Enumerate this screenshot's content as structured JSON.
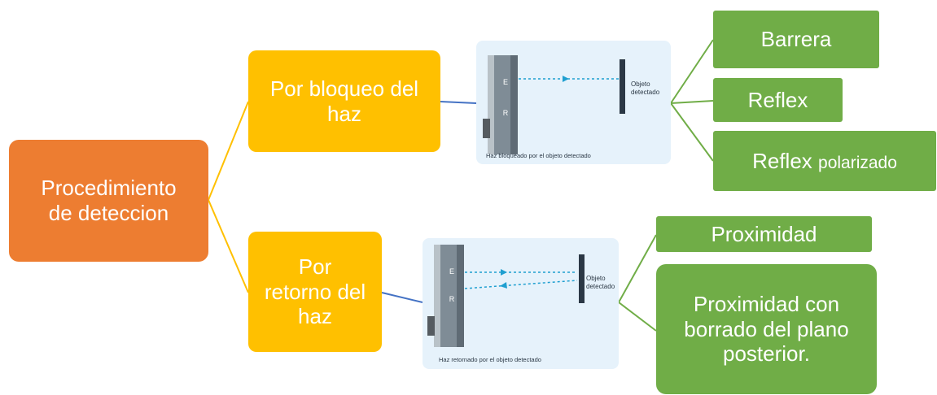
{
  "root": {
    "label_line1": "Procedimiento",
    "label_line2": "de deteccion"
  },
  "branches": [
    {
      "label_line1": "Por bloqueo del",
      "label_line2": "haz",
      "figure": {
        "emitter": "E",
        "receiver": "R",
        "object_line1": "Objeto",
        "object_line2": "detectado",
        "caption": "Haz bloqueado por el objeto detectado"
      },
      "types": [
        {
          "label": "Barrera"
        },
        {
          "label": "Reflex"
        },
        {
          "label_main": "Reflex",
          "label_small": "polarizado"
        }
      ]
    },
    {
      "label_line1": "Por",
      "label_line2": "retorno del",
      "label_line3": "haz",
      "figure": {
        "emitter": "E",
        "receiver": "R",
        "object_line1": "Objeto",
        "object_line2": "detectado",
        "caption": "Haz retornado por el objeto detectado"
      },
      "types": [
        {
          "label": "Proximidad"
        },
        {
          "label_line1": "Proximidad con",
          "label_line2": "borrado del plano",
          "label_line3": "posterior."
        }
      ]
    }
  ],
  "colors": {
    "root": "#ed7d31",
    "branch": "#ffc000",
    "leaf": "#70ad47",
    "connector_gold": "#ffc000",
    "connector_green": "#70ad47",
    "connector_blue": "#4472c4",
    "figure_bg": "#e6f2fb",
    "beam": "#1f9fd0"
  }
}
